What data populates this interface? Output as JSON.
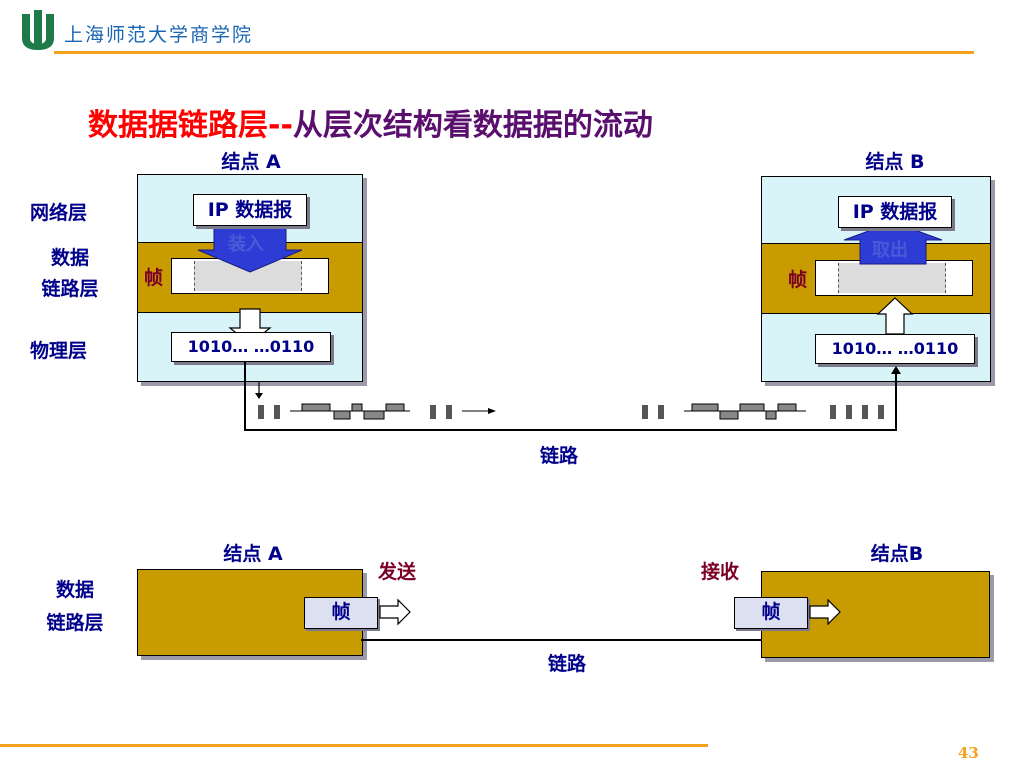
{
  "header": {
    "institution": "上海师范大学商学院",
    "page_number": "43"
  },
  "title": {
    "part1": "数据据",
    "part2": "链路层--",
    "part3": "从层次结构看数据据的流动"
  },
  "diagram_top": {
    "node_a_label": "结点 A",
    "node_b_label": "结点 B",
    "layer_network": "网络层",
    "layer_datalink_line1": "数据",
    "layer_datalink_line2": "链路层",
    "layer_physical": "物理层",
    "ip_datagram": "IP 数据报",
    "encapsulate": "装入",
    "extract": "取出",
    "frame": "帧",
    "bits": "1010… …0110",
    "link": "链路"
  },
  "diagram_bottom": {
    "node_a_label": "结点 A",
    "node_b_label": "结点B",
    "layer_datalink_line1": "数据",
    "layer_datalink_line2": "链路层",
    "send": "发送",
    "receive": "接收",
    "frame": "帧",
    "link": "链路"
  },
  "colors": {
    "accent_orange": "#f4a21c",
    "node_fill": "#d8f4f8",
    "datalink_gold": "#c89b00",
    "label_blue": "#00008b",
    "arrow_blue": "#2e3cd6",
    "title_red": "#ff0000",
    "title_purple": "#5a0f6e"
  }
}
